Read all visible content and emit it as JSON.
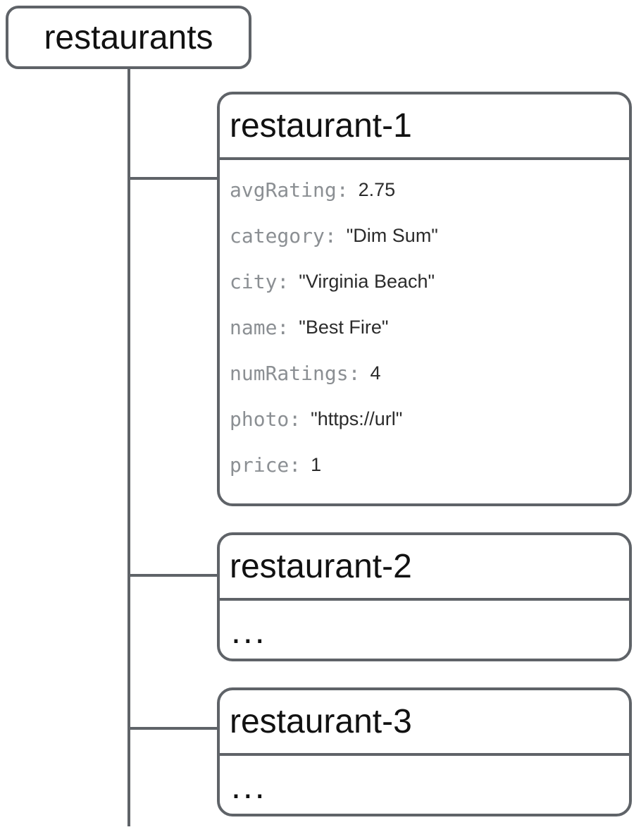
{
  "diagram": {
    "root": {
      "label": "restaurants"
    },
    "children": [
      {
        "title": "restaurant-1",
        "fields": [
          {
            "key": "avgRating:",
            "value": "2.75"
          },
          {
            "key": "category:",
            "value": "\"Dim Sum\""
          },
          {
            "key": "city:",
            "value": "\"Virginia Beach\""
          },
          {
            "key": "name:",
            "value": "\"Best Fire\""
          },
          {
            "key": "numRatings:",
            "value": "4"
          },
          {
            "key": "photo:",
            "value": "\"https://url\""
          },
          {
            "key": "price:",
            "value": "1"
          }
        ]
      },
      {
        "title": "restaurant-2",
        "body": "..."
      },
      {
        "title": "restaurant-3",
        "body": "..."
      }
    ],
    "colors": {
      "line": "#5f6368",
      "field_label": "#8b8f93",
      "field_value": "#2b2b2b",
      "title": "#111111",
      "background": "#ffffff"
    }
  }
}
